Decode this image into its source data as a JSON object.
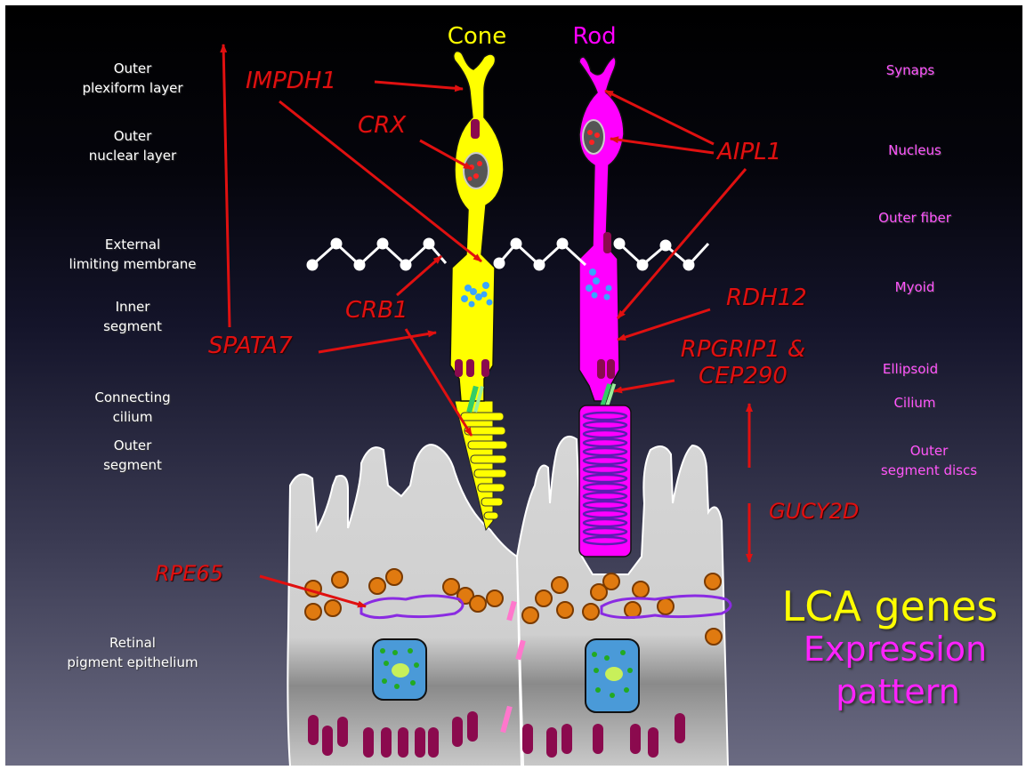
{
  "cells": {
    "cone": "Cone",
    "rod": "Rod"
  },
  "left_labels": {
    "outer_plexiform": [
      "Outer",
      "plexiform layer"
    ],
    "outer_nuclear": [
      "Outer",
      "nuclear layer"
    ],
    "external_limiting": [
      "External",
      "limiting membrane"
    ],
    "inner_segment": [
      "Inner",
      "segment"
    ],
    "connecting_cilium": [
      "Connecting",
      "cilium"
    ],
    "outer_segment": [
      "Outer",
      "segment"
    ],
    "rpe": [
      "Retinal",
      "pigment epithelium"
    ]
  },
  "right_labels": {
    "synaps": "Synaps",
    "nucleus": "Nucleus",
    "outer_fiber": "Outer fiber",
    "myoid": "Myoid",
    "ellipsoid": "Ellipsoid",
    "cilium": "Cilium",
    "outer_segment_discs": [
      "Outer",
      "segment discs"
    ]
  },
  "genes": {
    "impdh1": "IMPDH1",
    "crx": "CRX",
    "aipl1": "AIPL1",
    "crb1": "CRB1",
    "rdh12": "RDH12",
    "spata7": "SPATA7",
    "rpgrip1": [
      "RPGRIP1 &",
      "CEP290"
    ],
    "gucy2d": "GUCY2D",
    "rpe65": "RPE65"
  },
  "title": {
    "main": "LCA genes",
    "sub": [
      "Expression",
      "pattern"
    ]
  },
  "colors": {
    "cone": "#ffff00",
    "rod": "#ff00ff",
    "gene_text": "#e01010",
    "arrow": "#e01010",
    "right_labels": "#ff55ff",
    "rpe_cell": "#d4d4d4"
  }
}
